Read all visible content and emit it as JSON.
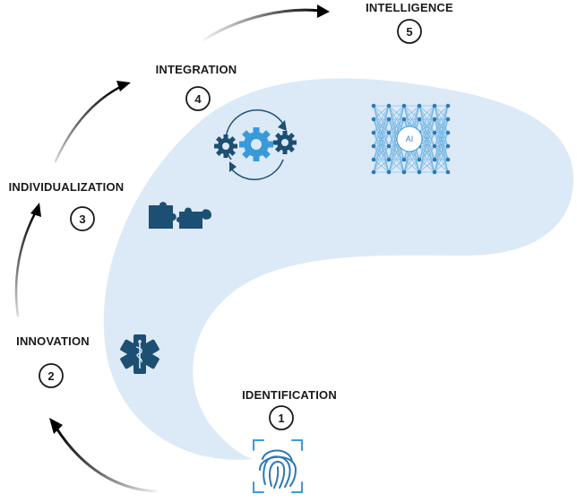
{
  "stages": [
    {
      "number": "1",
      "label": "IDENTIFICATION",
      "icon": "fingerprint-icon"
    },
    {
      "number": "2",
      "label": "INNOVATION",
      "icon": "medical-star-icon"
    },
    {
      "number": "3",
      "label": "INDIVIDUALIZATION",
      "icon": "puzzle-icon"
    },
    {
      "number": "4",
      "label": "INTEGRATION",
      "icon": "gears-icon"
    },
    {
      "number": "5",
      "label": "INTELLIGENCE",
      "icon": "neural-network-icon"
    }
  ],
  "ai_label": "AI",
  "colors": {
    "blob": "#dce9f7",
    "dark_blue": "#1d4f73",
    "mid_blue": "#2e78b4",
    "light_blue": "#3a9ad9",
    "text": "#1a1a1a"
  }
}
